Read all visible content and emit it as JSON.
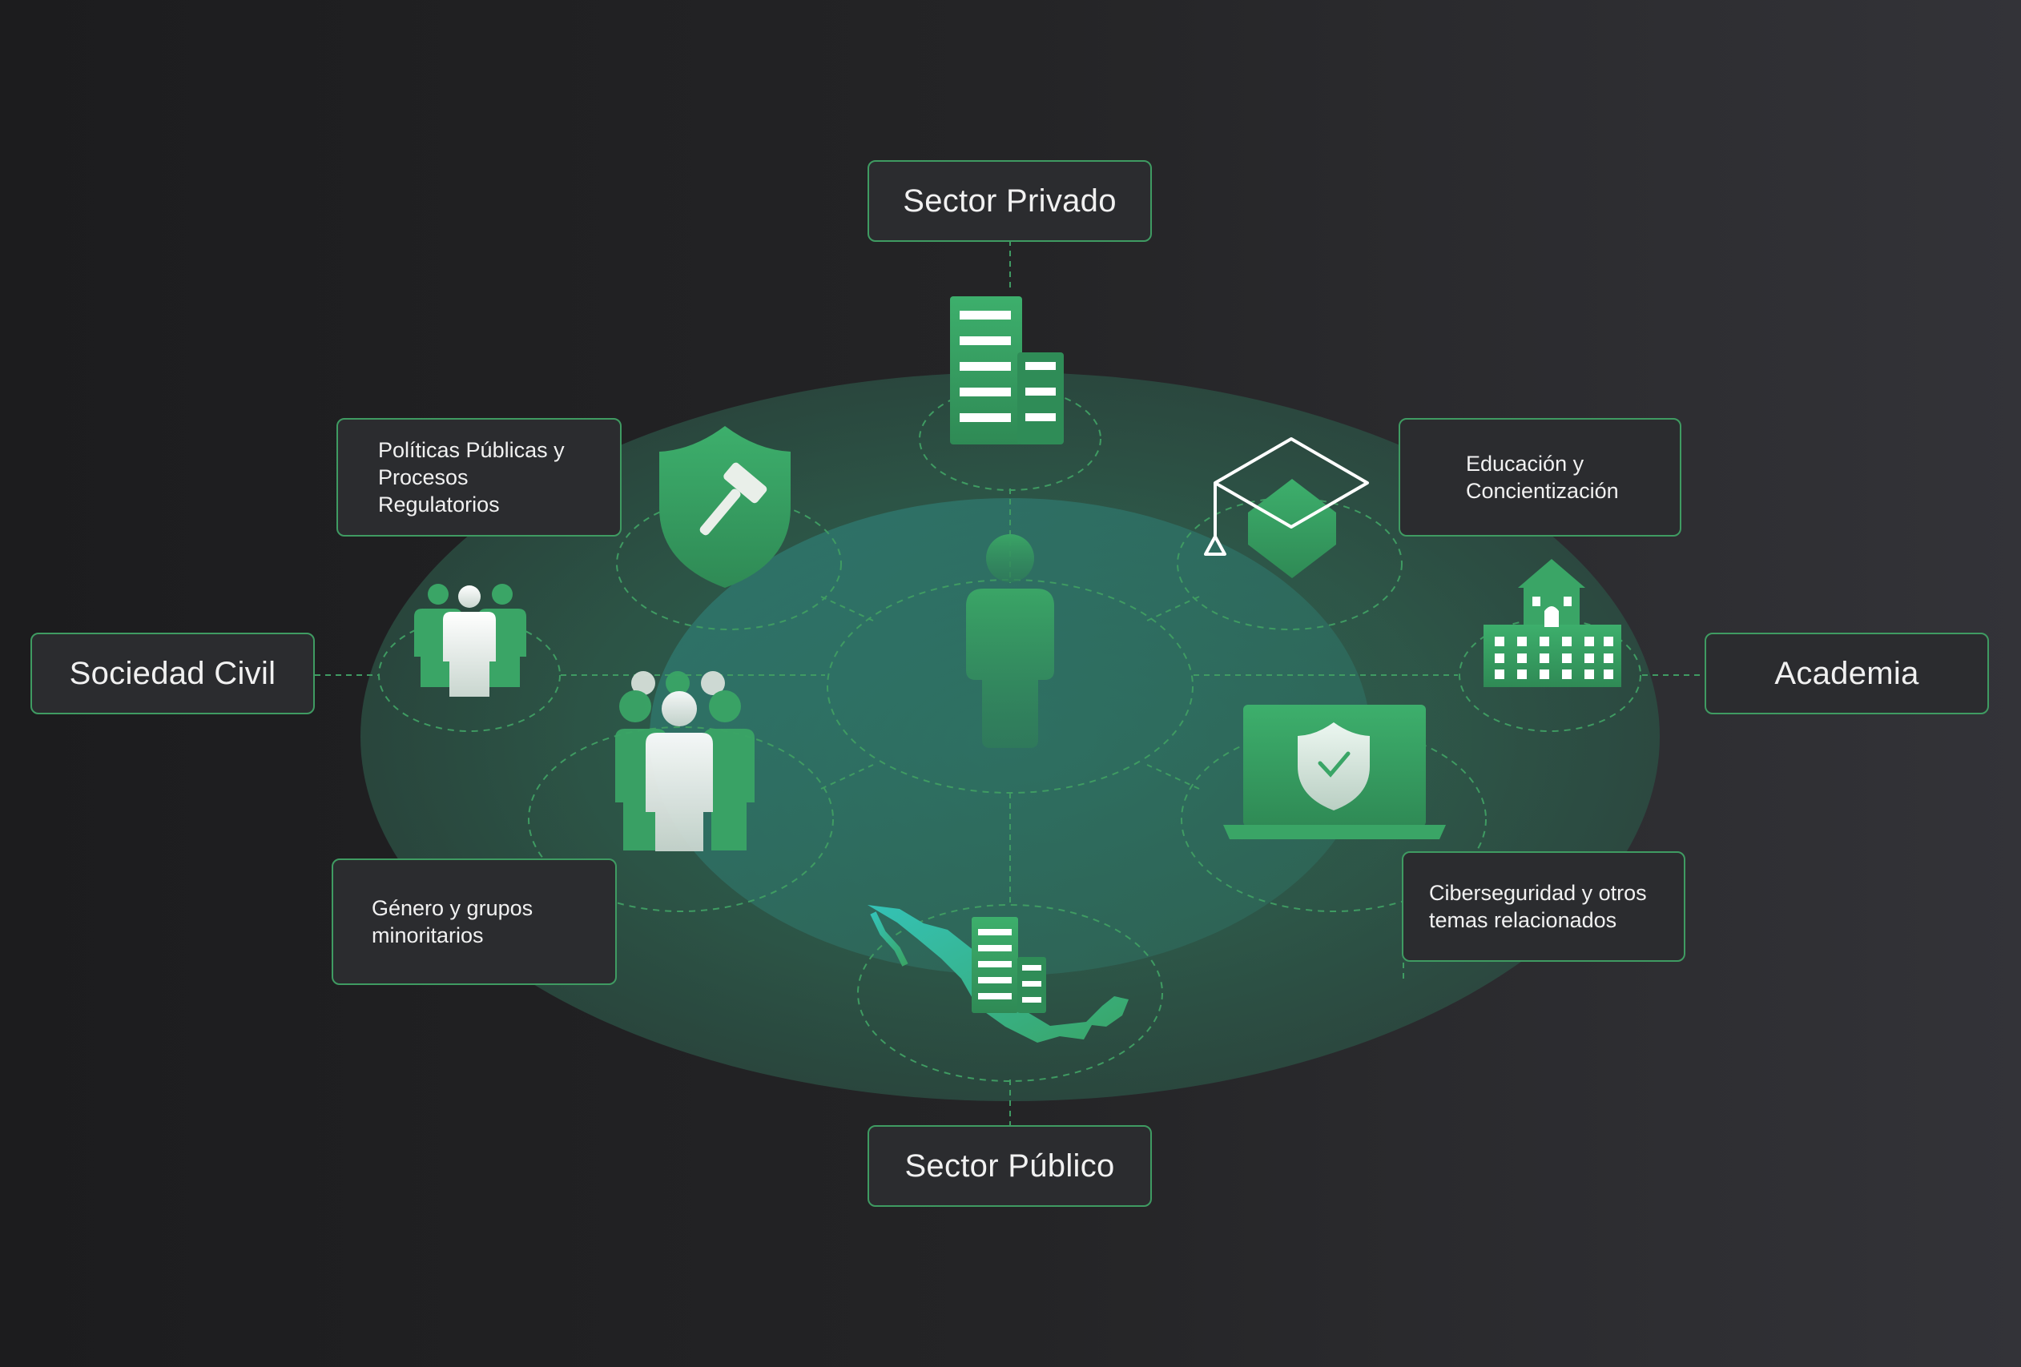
{
  "sectors": {
    "privado": "Sector Privado",
    "publico": "Sector Público",
    "civil": "Sociedad Civil",
    "academia": "Academia"
  },
  "topics": {
    "politicas": [
      "Políticas Públicas y",
      "Procesos",
      "Regulatorios"
    ],
    "educacion": [
      "Educación y",
      "Concientización"
    ],
    "genero": [
      "Género y grupos",
      "minoritarios"
    ],
    "ciberseguridad": [
      "Ciberseguridad y otros",
      "temas relacionados"
    ]
  },
  "icons": {
    "center": "person-icon",
    "privado": "office-buildings-icon",
    "politicas": "shield-gavel-icon",
    "educacion": "graduation-cap-icon",
    "civil": "people-group-icon",
    "genero": "crowd-icon",
    "academia": "university-building-icon",
    "ciberseguridad": "laptop-shield-icon",
    "publico": "mexico-map-buildings-icon"
  },
  "colors": {
    "accent": "#3f9b62",
    "icon_green": "#3aa566",
    "icon_teal": "#33b3a0",
    "background": "#232325"
  }
}
